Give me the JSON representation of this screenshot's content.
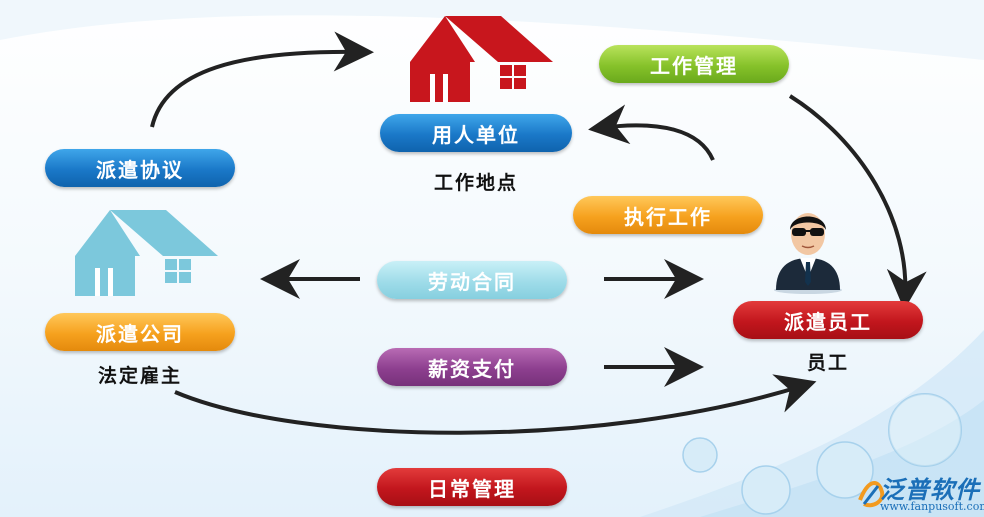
{
  "nodes": {
    "employer": {
      "label": "用人单位",
      "caption": "工作地点"
    },
    "agency": {
      "label": "派遣公司",
      "caption": "法定雇主"
    },
    "employee": {
      "label": "派遣员工",
      "caption": "员工"
    }
  },
  "relations": {
    "dispatch_agreement": "派遣协议",
    "work_management": "工作管理",
    "execute_work": "执行工作",
    "labor_contract": "劳动合同",
    "salary_payment": "薪资支付",
    "daily_management": "日常管理"
  },
  "logo": {
    "name": "泛普软件",
    "url": "www.fanpusoft.com"
  },
  "colors": {
    "blue": "#1a78c8",
    "green": "#86c22a",
    "orange": "#f6a11e",
    "cyan": "#9fdce9",
    "purple": "#8d3f8f",
    "red": "#c2161d",
    "house_red": "#c8161d",
    "house_blue": "#7cc8dc",
    "arrow": "#222222"
  }
}
